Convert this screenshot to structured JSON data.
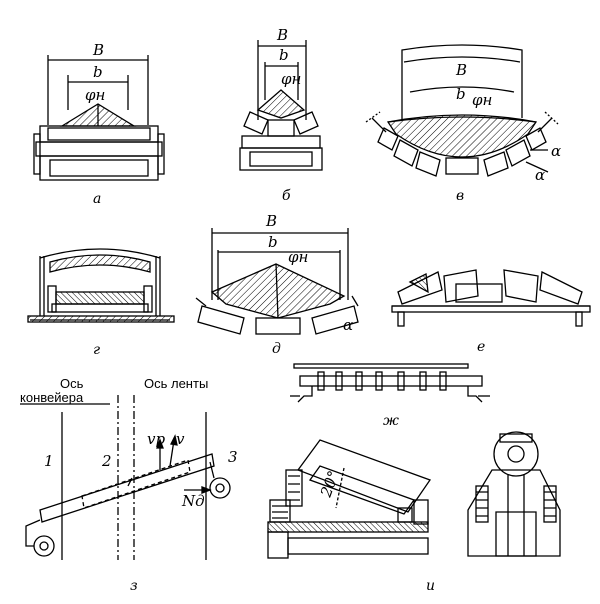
{
  "panels": {
    "a": {
      "caption": "а",
      "dim_B": "B",
      "dim_b": "b",
      "angle": "φн"
    },
    "b": {
      "caption": "б",
      "dim_B": "B",
      "dim_b": "b",
      "angle": "φн"
    },
    "v": {
      "caption": "в",
      "dim_B": "B",
      "dim_b": "b",
      "angle": "φн",
      "alpha1": "α",
      "alpha2": "α"
    },
    "g": {
      "caption": "г"
    },
    "d": {
      "caption": "д",
      "dim_B": "B",
      "dim_b": "b",
      "angle": "φн",
      "alpha": "α"
    },
    "e": {
      "caption": "е"
    },
    "zh": {
      "caption": "ж"
    },
    "z": {
      "caption": "з",
      "axis_conveyor_1": "Ось",
      "axis_conveyor_2": "конвейера",
      "axis_belt": "Ось ленты",
      "label_1": "1",
      "label_2": "2",
      "label_3": "3",
      "vr": "vр",
      "v": "v",
      "Nd": "Nд"
    },
    "i": {
      "caption": "и",
      "angle": "20°"
    }
  }
}
